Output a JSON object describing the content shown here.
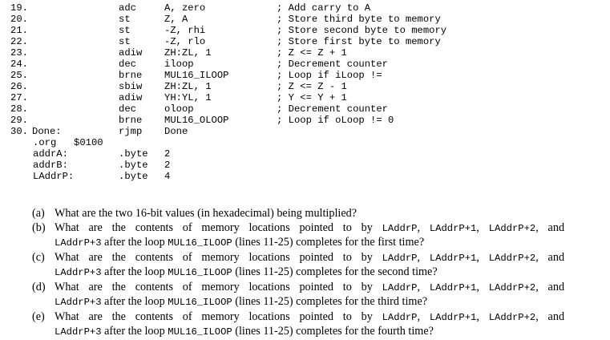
{
  "code": {
    "lines": [
      {
        "num": "19.",
        "label": "",
        "mnemonic": "adc",
        "operand": "A, zero",
        "comment": "; Add carry to A"
      },
      {
        "num": "20.",
        "label": "",
        "mnemonic": "st",
        "operand": "Z, A",
        "comment": "; Store third byte to memory"
      },
      {
        "num": "21.",
        "label": "",
        "mnemonic": "st",
        "operand": "-Z, rhi",
        "comment": "; Store second byte to memory"
      },
      {
        "num": "22.",
        "label": "",
        "mnemonic": "st",
        "operand": "-Z, rlo",
        "comment": "; Store first byte to memory"
      },
      {
        "num": "23.",
        "label": "",
        "mnemonic": "adiw",
        "operand": "ZH:ZL, 1",
        "comment": "; Z <= Z + 1"
      },
      {
        "num": "24.",
        "label": "",
        "mnemonic": "dec",
        "operand": "iloop",
        "comment": "; Decrement counter"
      },
      {
        "num": "25.",
        "label": "",
        "mnemonic": "brne",
        "operand": "MUL16_ILOOP",
        "comment": "; Loop if iLoop !="
      },
      {
        "num": "26.",
        "label": "",
        "mnemonic": "sbiw",
        "operand": "ZH:ZL, 1",
        "comment": "; Z <= Z - 1"
      },
      {
        "num": "27.",
        "label": "",
        "mnemonic": "adiw",
        "operand": "YH:YL, 1",
        "comment": "; Y <= Y + 1"
      },
      {
        "num": "28.",
        "label": "",
        "mnemonic": "dec",
        "operand": "oloop",
        "comment": "; Decrement counter"
      },
      {
        "num": "29.",
        "label": "",
        "mnemonic": "brne",
        "operand": "MUL16_OLOOP",
        "comment": "; Loop if oLoop != 0"
      },
      {
        "num": "30.",
        "label": "Done:",
        "mnemonic": "rjmp",
        "operand": "Done",
        "comment": ""
      }
    ],
    "org": {
      "directive": ".org",
      "value": "$0100"
    },
    "data": [
      {
        "label": "addrA:",
        "directive": ".byte",
        "value": "2"
      },
      {
        "label": "addrB:",
        "directive": ".byte",
        "value": "2"
      },
      {
        "label": "LAddrP:",
        "directive": ".byte",
        "value": "4"
      }
    ]
  },
  "questions": [
    {
      "tag": "(a)",
      "text": "What are the two 16-bit values (in hexadecimal) being multiplied?"
    },
    {
      "tag": "(b)",
      "line1": "What are the contents of memory locations pointed to by",
      "p0": "LAddrP",
      "p1": "LAddrP+1",
      "p2": "LAddrP+2",
      "and": "and",
      "p3": "LAddrP+3",
      "after": "after the loop",
      "loop": "MUL16_ILOOP",
      "tail": "(lines 11-25) completes for the first time?"
    },
    {
      "tag": "(c)",
      "line1": "What are the contents of memory locations pointed to by",
      "p0": "LAddrP",
      "p1": "LAddrP+1",
      "p2": "LAddrP+2",
      "and": "and",
      "p3": "LAddrP+3",
      "after": "after the loop",
      "loop": "MUL16_ILOOP",
      "tail": "(lines 11-25) completes for the second time?"
    },
    {
      "tag": "(d)",
      "line1": "What are the contents of memory locations pointed to by",
      "p0": "LAddrP",
      "p1": "LAddrP+1",
      "p2": "LAddrP+2",
      "and": "and",
      "p3": "LAddrP+3",
      "after": "after the loop",
      "loop": "MUL16_ILOOP",
      "tail": "(lines 11-25) completes for the third time?"
    },
    {
      "tag": "(e)",
      "line1": "What are the contents of memory locations pointed to by",
      "p0": "LAddrP",
      "p1": "LAddrP+1",
      "p2": "LAddrP+2",
      "and": "and",
      "p3": "LAddrP+3",
      "after": "after the loop",
      "loop": "MUL16_ILOOP",
      "tail": "(lines 11-25) completes for the fourth time?"
    }
  ]
}
